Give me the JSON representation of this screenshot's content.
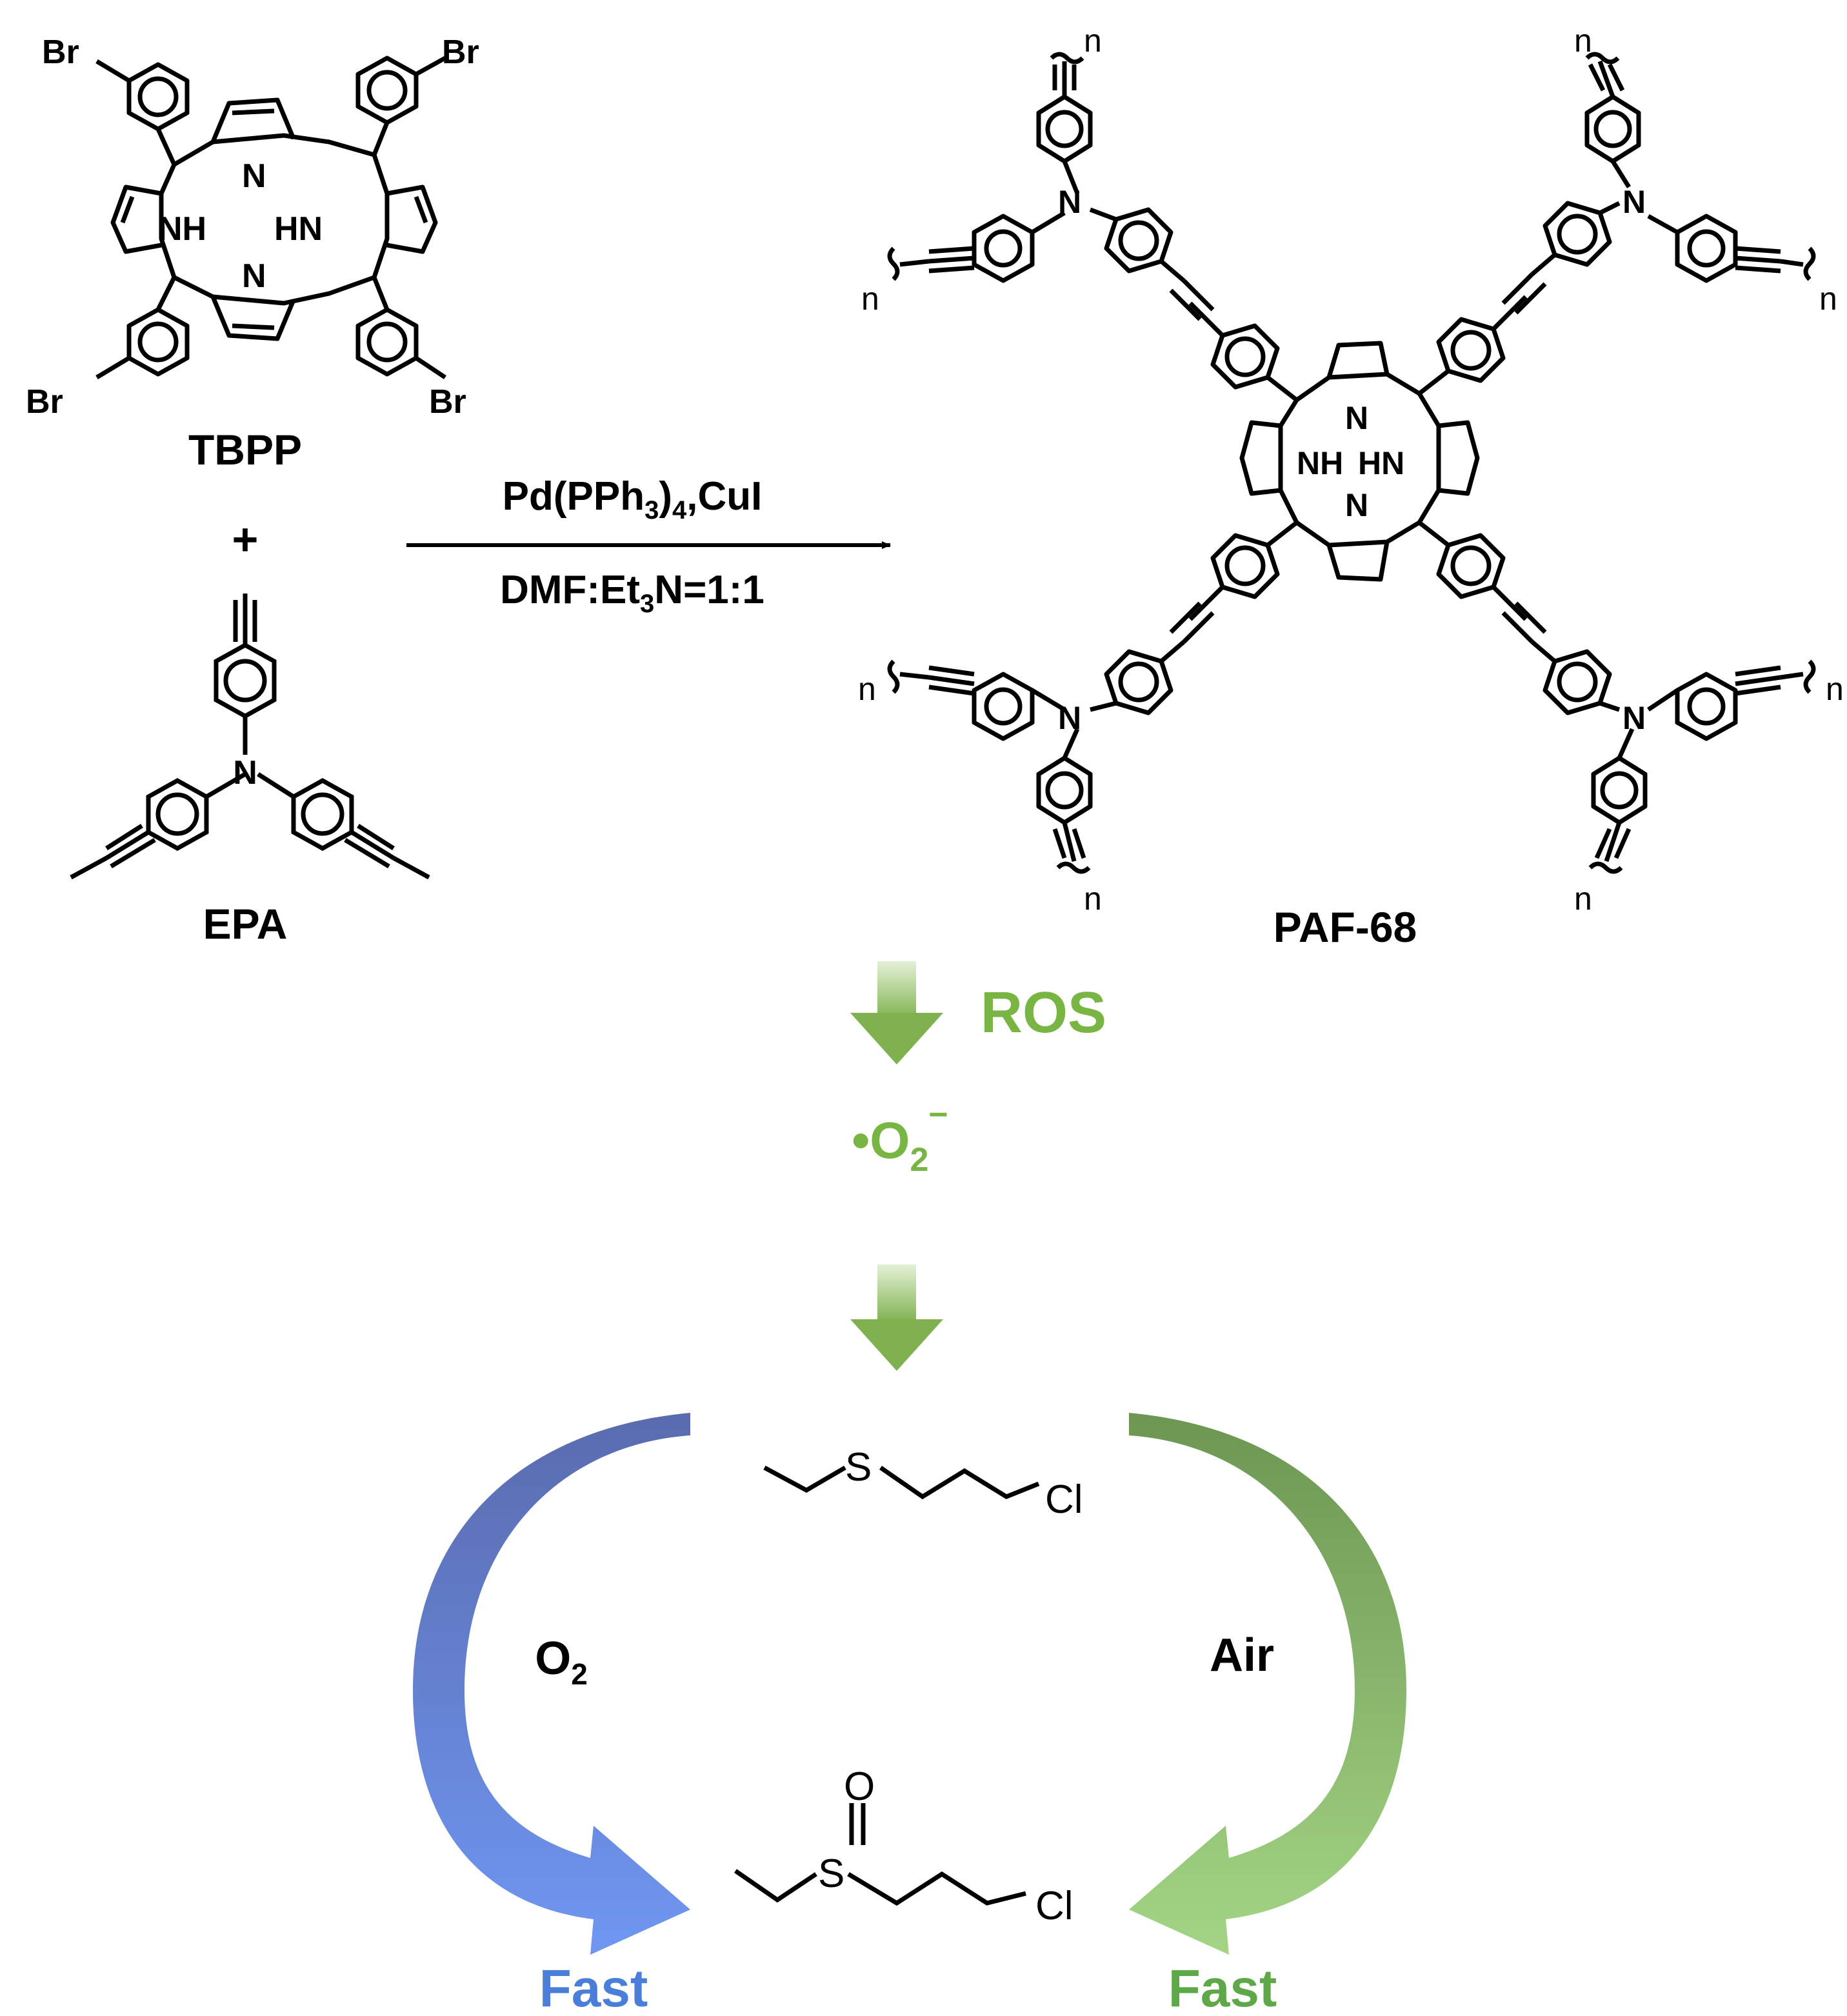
{
  "reactants": {
    "porphyrin": {
      "name": "TBPP",
      "substituent": "Br",
      "nh": "NH",
      "hn": "HN",
      "n": "N"
    },
    "plus": "+",
    "linker": {
      "name": "EPA",
      "n": "N"
    }
  },
  "conditions": {
    "catalyst": {
      "main": "Pd(PPh",
      "sub1": "3",
      "mid": ")",
      "sub2": "4",
      "tail": ",CuI"
    },
    "solvent": {
      "main": "DMF:Et",
      "sub": "3",
      "tail": "N=1:1"
    }
  },
  "product": {
    "name": "PAF-68",
    "repeat": "n",
    "nh": "NH",
    "hn": "HN",
    "n": "N"
  },
  "mechanism": {
    "step1_label": "ROS",
    "species": {
      "dot": "•O",
      "sub": "2",
      "sup": "−"
    }
  },
  "oxidation": {
    "substrate": {
      "s": "S",
      "cl": "Cl"
    },
    "product": {
      "s": "S",
      "o": "O",
      "cl": "Cl"
    },
    "left_label": {
      "main": "O",
      "sub": "2"
    },
    "right_label": "Air",
    "left_rate": "Fast",
    "right_rate": "Fast"
  },
  "colors": {
    "blue_dark": "#5A6FB5",
    "blue_light": "#6E93F0",
    "green_dark": "#6E9A55",
    "green_light": "#9CCB7C",
    "green_text": "#78B542",
    "blue_text": "#4A7ED8",
    "ros_arrow_light": "#D9EDC6",
    "ros_arrow_dark": "#86B857"
  }
}
